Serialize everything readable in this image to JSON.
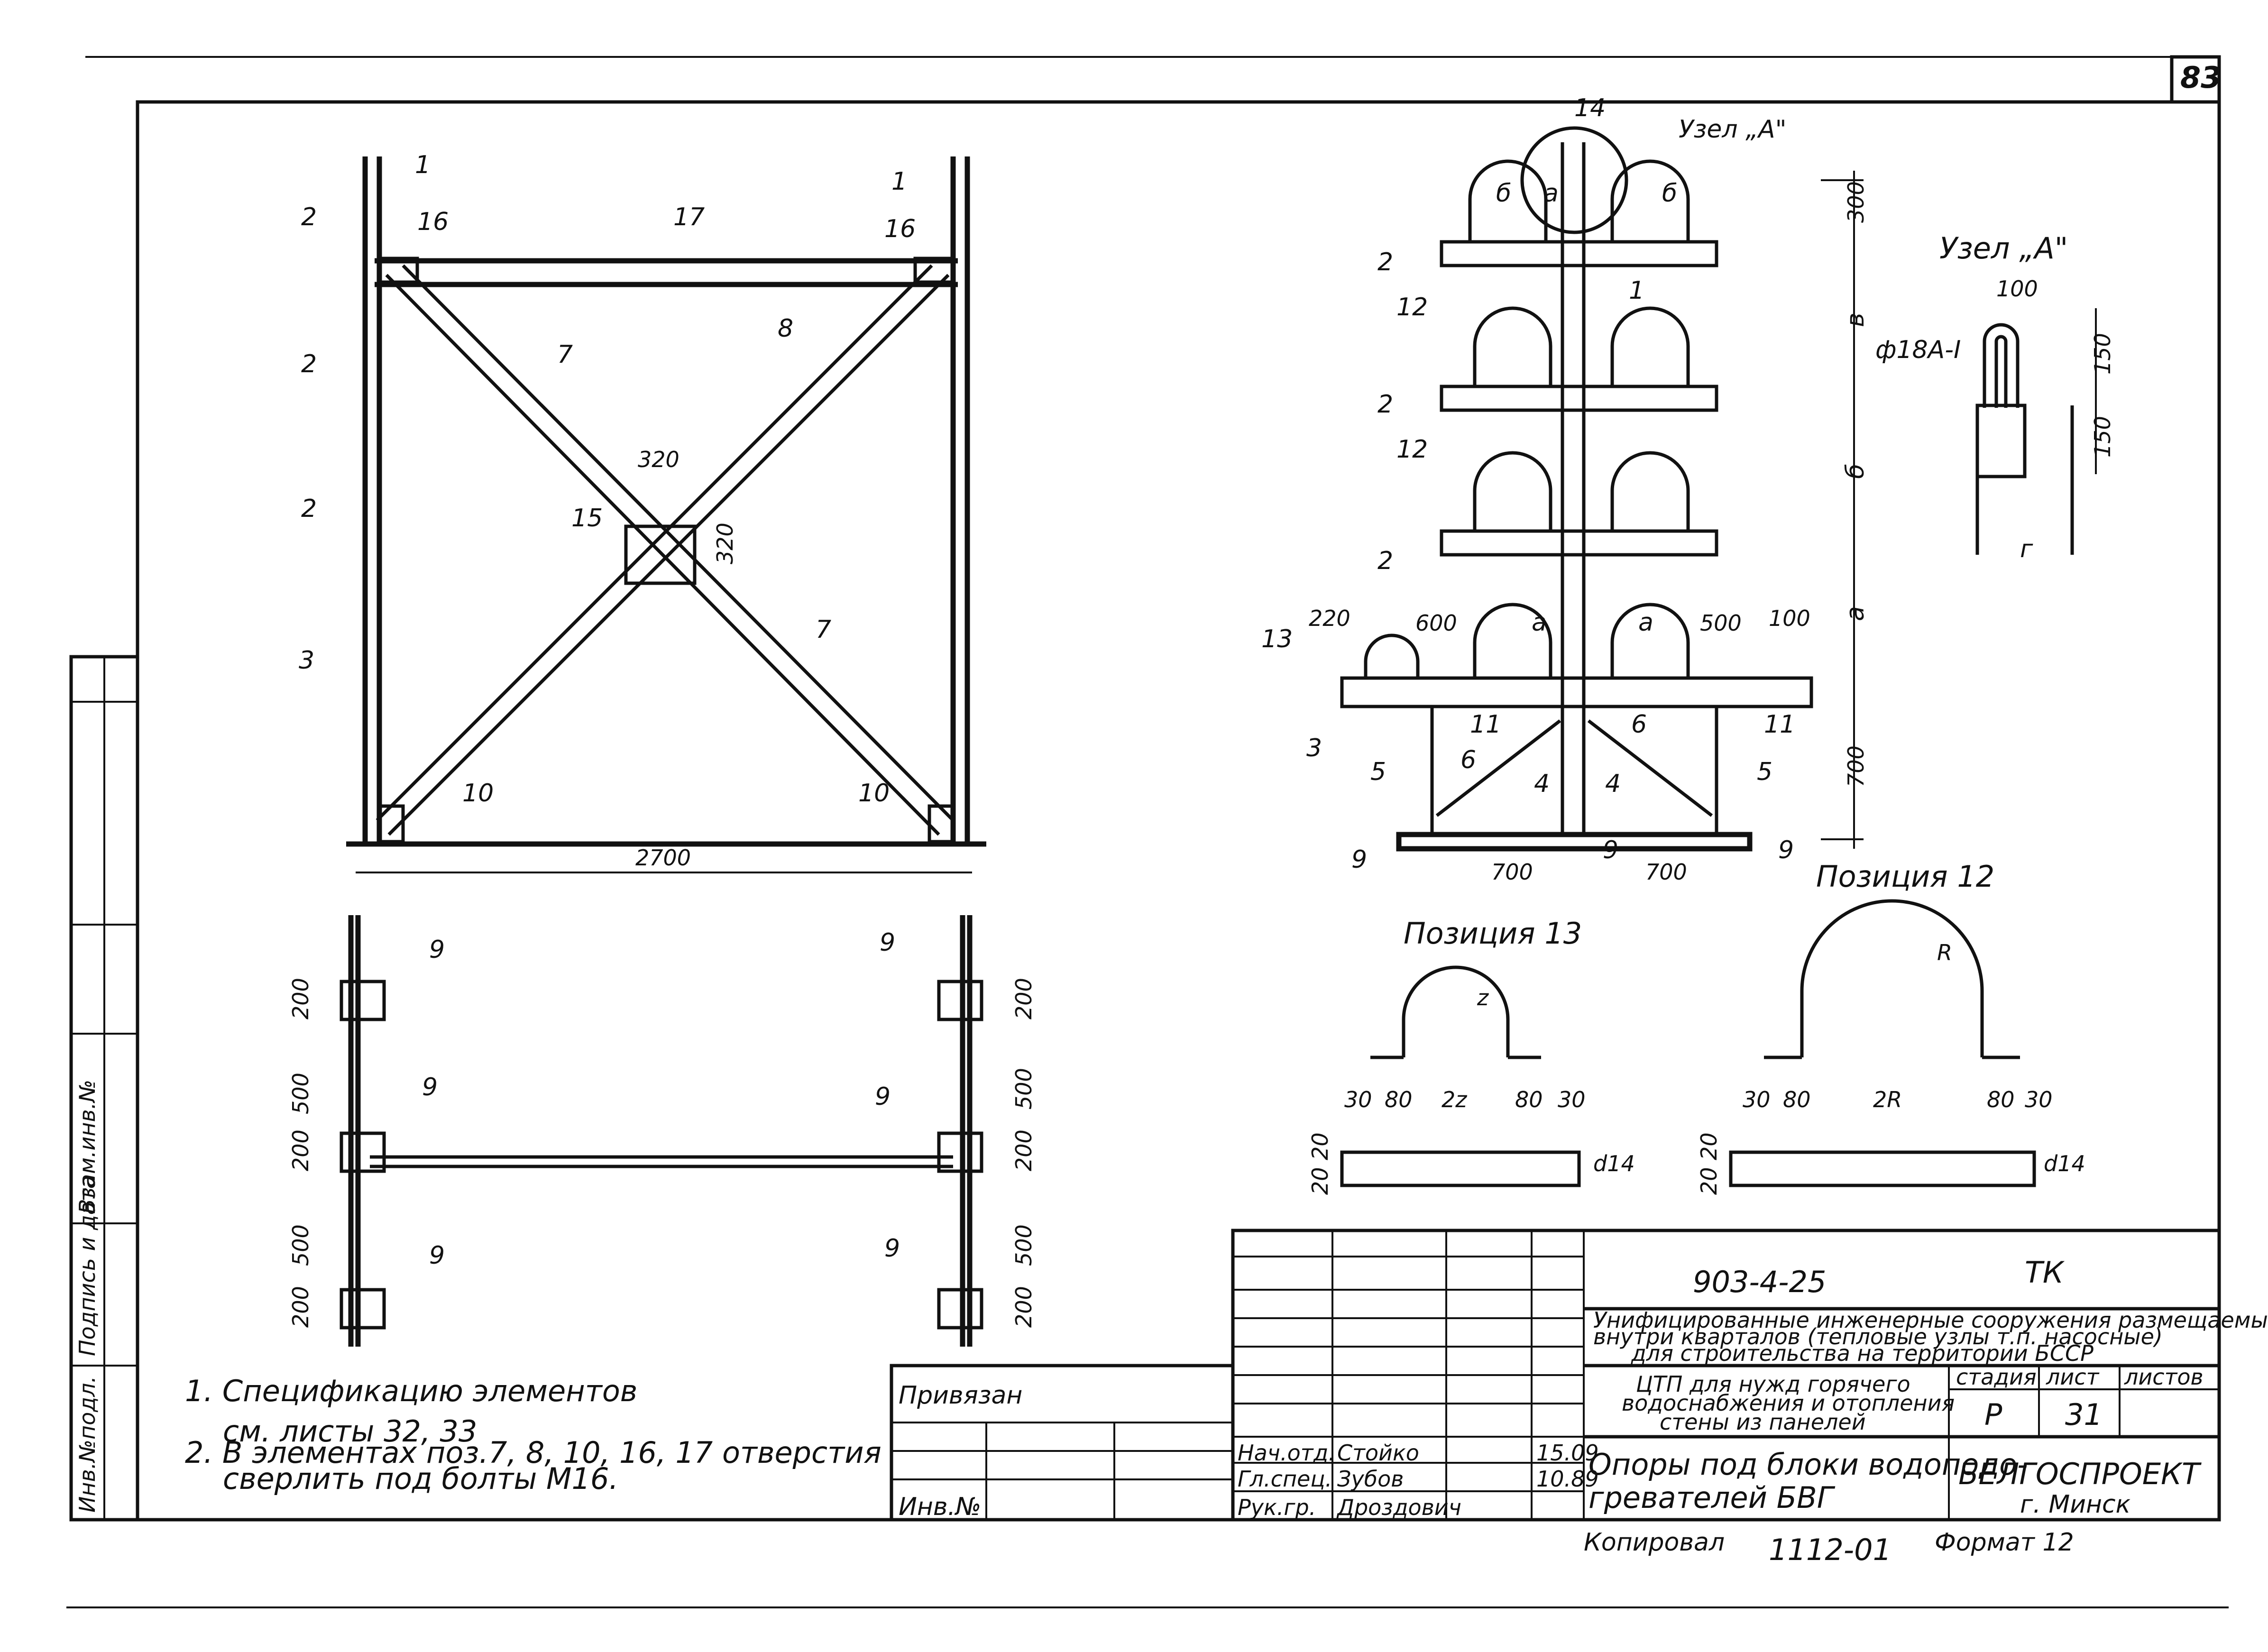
{
  "sheet_number": "83",
  "labels": {
    "uzel_a_ref": "Узел „А\"",
    "uzel_a_title": "Узел „А\"",
    "rod": "ф18А-І",
    "pos13": "Позиция 13",
    "pos12": "Позиция 12"
  },
  "dims": {
    "d2700": "2700",
    "d320a": "320",
    "d320b": "320",
    "d300": "300",
    "d700v": "700",
    "d220": "220",
    "d600": "600",
    "d500": "500",
    "d100": "100",
    "d700a": "700",
    "d700b": "700",
    "d100u": "100",
    "d150a": "150",
    "d150b": "150",
    "d200": "200",
    "d500p": "500",
    "d30": "30",
    "d80": "80",
    "d2z": "2z",
    "d2R": "2R",
    "dR": "R",
    "dz": "z",
    "d14": "d14",
    "d2020": "20 20"
  },
  "marks": {
    "m1": "1",
    "m2": "2",
    "m3": "3",
    "m4": "4",
    "m5": "5",
    "m6": "6",
    "m7": "7",
    "m8": "8",
    "m9": "9",
    "m10": "10",
    "m11": "11",
    "m12": "12",
    "m13": "13",
    "m14": "14",
    "m15": "15",
    "m16": "16",
    "m17": "17",
    "a": "а",
    "b": "б",
    "v": "в",
    "g": "г"
  },
  "notes": [
    "1. Спецификацию элементов",
    "см. листы 32, 33",
    "2. В элементах поз.7, 8, 10, 16, 17 отверстия",
    "сверлить под болты М16."
  ],
  "side_stamp": [
    "Инв.№подл.",
    "Подпись и дата",
    "Взам.инв.№"
  ],
  "title_block": {
    "code": "903-4-25",
    "mark": "ТК",
    "project": [
      "Унифицированные инженерные сооружения размещаемые",
      "внутри кварталов (тепловые узлы т.п. насосные)",
      "для строительства на территории БССР"
    ],
    "subproject": [
      "ЦТП для нужд горячего",
      "водоснабжения и отопления",
      "стены из панелей"
    ],
    "drawing_title": [
      "Опоры под блоки водоподо-",
      "гревателей БВГ"
    ],
    "stage_hdr": "стадия",
    "sheet_hdr": "лист",
    "sheets_hdr": "листов",
    "stage": "Р",
    "sheet": "31",
    "org": "БЕЛГОСПРОЕКТ",
    "city": "г. Минск",
    "privyazan": "Привязан",
    "inv": "Инв.№",
    "roles": [
      "Нач.отд.",
      "Гл.спец.",
      "Рук.гр."
    ],
    "names": [
      "Стойко",
      "Зубов",
      "Дроздович"
    ],
    "dates": [
      "15.09",
      "10.89",
      ""
    ],
    "copied": "Копировал",
    "fmt": "Формат 12",
    "stamp_num": "1112-01"
  }
}
